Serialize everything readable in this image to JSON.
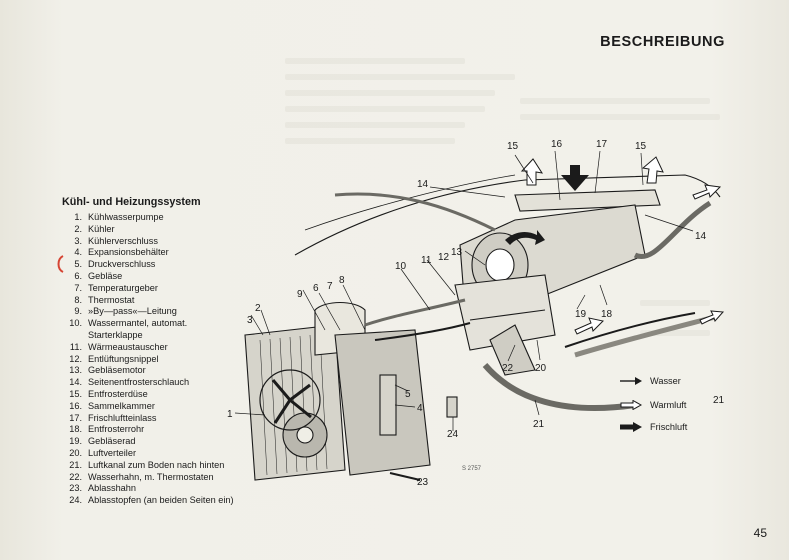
{
  "header": {
    "title": "BESCHREIBUNG"
  },
  "section": {
    "title": "Kühl- und Heizungssystem",
    "items": [
      {
        "num": "1.",
        "label": "Kühlwasserpumpe"
      },
      {
        "num": "2.",
        "label": "Kühler"
      },
      {
        "num": "3.",
        "label": "Kühlerverschluss"
      },
      {
        "num": "4.",
        "label": "Expansionsbehälter"
      },
      {
        "num": "5.",
        "label": "Druckverschluss"
      },
      {
        "num": "6.",
        "label": "Gebläse"
      },
      {
        "num": "7.",
        "label": "Temperaturgeber"
      },
      {
        "num": "8.",
        "label": "Thermostat"
      },
      {
        "num": "9.",
        "label": "»By—pass«—Leitung"
      },
      {
        "num": "10.",
        "label": "Wassermantel, automat."
      },
      {
        "num": "",
        "label": "Starterklappe"
      },
      {
        "num": "11.",
        "label": "Wärmeaustauscher"
      },
      {
        "num": "12.",
        "label": "Entlüftungsnippel"
      },
      {
        "num": "13.",
        "label": "Gebläsemotor"
      },
      {
        "num": "14.",
        "label": "Seitenentfrosterschlauch"
      },
      {
        "num": "15.",
        "label": "Entfrosterdüse"
      },
      {
        "num": "16.",
        "label": "Sammelkammer"
      },
      {
        "num": "17.",
        "label": "Frischluftteinlass"
      },
      {
        "num": "18.",
        "label": "Entfrosterrohr"
      },
      {
        "num": "19.",
        "label": "Gebläserad"
      },
      {
        "num": "20.",
        "label": "Luftverteiler"
      },
      {
        "num": "21.",
        "label": "Luftkanal zum Boden nach hinten"
      },
      {
        "num": "22.",
        "label": "Wasserhahn, m. Thermostaten"
      },
      {
        "num": "23.",
        "label": "Ablasshahn"
      },
      {
        "num": "24.",
        "label": "Ablasstopfen (an beiden Seiten ein)"
      }
    ]
  },
  "diagram": {
    "callouts": [
      "1",
      "2",
      "3",
      "4",
      "5",
      "6",
      "7",
      "8",
      "9",
      "10",
      "11",
      "12",
      "13",
      "14",
      "14",
      "15",
      "15",
      "16",
      "17",
      "18",
      "19",
      "20",
      "21",
      "21",
      "22",
      "23",
      "24"
    ],
    "drawing_code": "S 2757"
  },
  "key": {
    "items": [
      {
        "label": "Wasser",
        "arrow": "thin-solid"
      },
      {
        "label": "Warmluft",
        "arrow": "hollow"
      },
      {
        "label": "Frischluft",
        "arrow": "bold-solid"
      }
    ]
  },
  "page_number": "45",
  "colors": {
    "paper": "#efeee6",
    "ink": "#1b1b1b",
    "marker": "#d64534"
  }
}
